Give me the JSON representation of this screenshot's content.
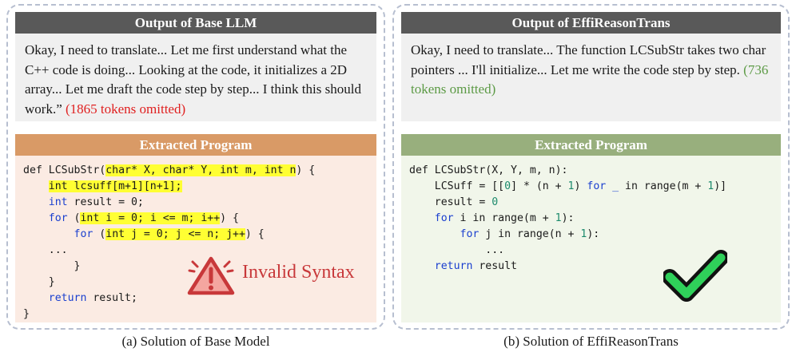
{
  "left": {
    "header": "Output of Base LLM",
    "reasoning": {
      "text": "Okay, I need to translate... Let me first understand what the C++ code is doing... Looking at the code, it initializes a 2D array... Let me draft the code step by step... I think this should work.”",
      "omitted": "(1865 tokens omitted)"
    },
    "program_header": "Extracted Program",
    "code": {
      "l1_a": "def LCSubStr(",
      "l1_h1": "char* X, char* Y, int m, int n",
      "l1_b": ") {",
      "l2_h": "int lcsuff[m+1][n+1];",
      "l3_kw": "int",
      "l3_rest": " result = 0;",
      "l4_kw": "for",
      "l4_a": " (",
      "l4_h": "int i = 0; i <= m; i++",
      "l4_b": ") {",
      "l5_kw": "for",
      "l5_a": " (",
      "l5_h": "int j = 0; j <= n; j++",
      "l5_b": ") {",
      "l6": "...",
      "l7": "}",
      "l8": "}",
      "l9_kw": "return",
      "l9_rest": " result;",
      "l10": "}"
    },
    "invalid_label": "Invalid Syntax",
    "caption": "(a) Solution of Base Model"
  },
  "right": {
    "header": "Output of EffiReasonTrans",
    "reasoning": {
      "text": "Okay, I need to translate... The function LCSubStr takes two char pointers ... I'll initialize... Let me write the code step by step.",
      "omitted": "(736 tokens omitted)"
    },
    "program_header": "Extracted Program",
    "code": {
      "l1": "def LCSubStr(X, Y, m, n):",
      "l2_a": "LCSuff = [[",
      "l2_n1": "0",
      "l2_b": "] * (n + ",
      "l2_n2": "1",
      "l2_c": ") ",
      "l2_kw1": "for",
      "l2_d": " ",
      "l2_kw2": "_",
      "l2_e": " in range(m + ",
      "l2_n3": "1",
      "l2_f": ")]",
      "l3_a": "result = ",
      "l3_n": "0",
      "l4_kw": "for",
      "l4_a": " i in range(m + ",
      "l4_n": "1",
      "l4_b": "):",
      "l5_kw": "for",
      "l5_a": " j in range(n + ",
      "l5_n": "1",
      "l5_b": "):",
      "l6": "...",
      "l7_kw": "return",
      "l7_rest": " result"
    },
    "caption": "(b) Solution of EffiReasonTrans"
  },
  "colors": {
    "header_dark": "#595959",
    "header_orange": "#d99a66",
    "header_green": "#98af7d",
    "code_bg_left": "#fbebe3",
    "code_bg_right": "#f1f6ea",
    "highlight": "#ffff33",
    "keyword": "#1a3fcf",
    "number": "#1c8a6c",
    "error_red": "#c8383a",
    "omit_red": "#e02020",
    "omit_green": "#5c9a45",
    "check_green": "#2fd05a"
  },
  "icons": {
    "warning": "warning-triangle-icon",
    "check": "checkmark-icon"
  }
}
